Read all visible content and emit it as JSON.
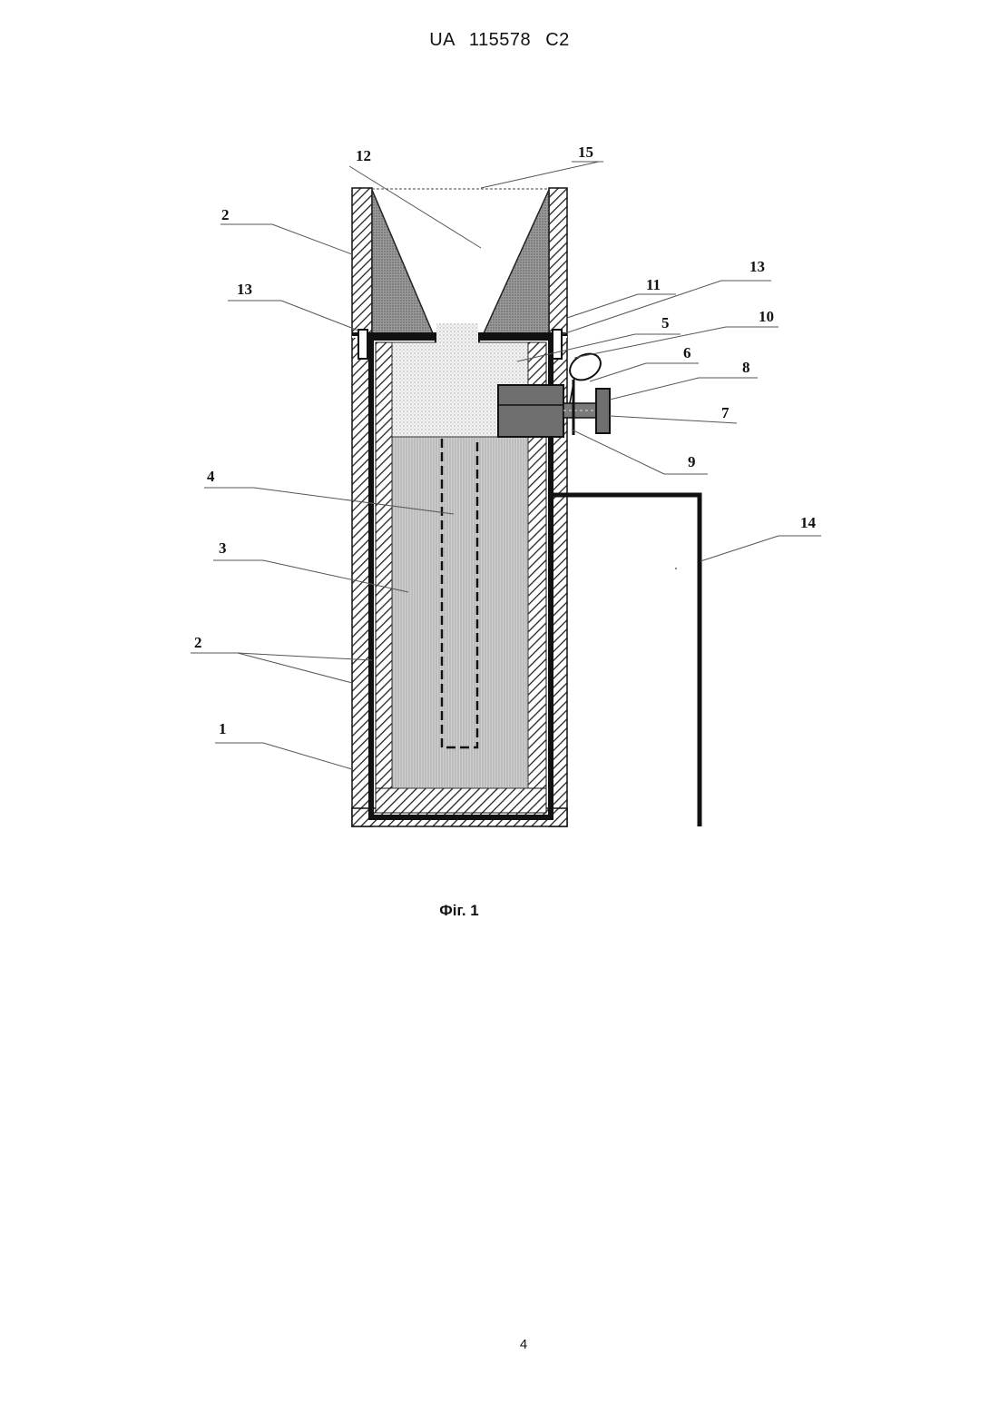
{
  "header": {
    "patent_number": "UA   115578   C2"
  },
  "figure": {
    "caption": "Фіг. 1",
    "labels": {
      "l1": "1",
      "l2a": "2",
      "l2b": "2",
      "l3": "3",
      "l4": "4",
      "l5": "5",
      "l6": "6",
      "l7": "7",
      "l8": "8",
      "l9": "9",
      "l10": "10",
      "l11": "11",
      "l12": "12",
      "l13a": "13",
      "l13b": "13",
      "l14": "14",
      "l15": "15"
    }
  },
  "footer": {
    "page_number": "4"
  }
}
